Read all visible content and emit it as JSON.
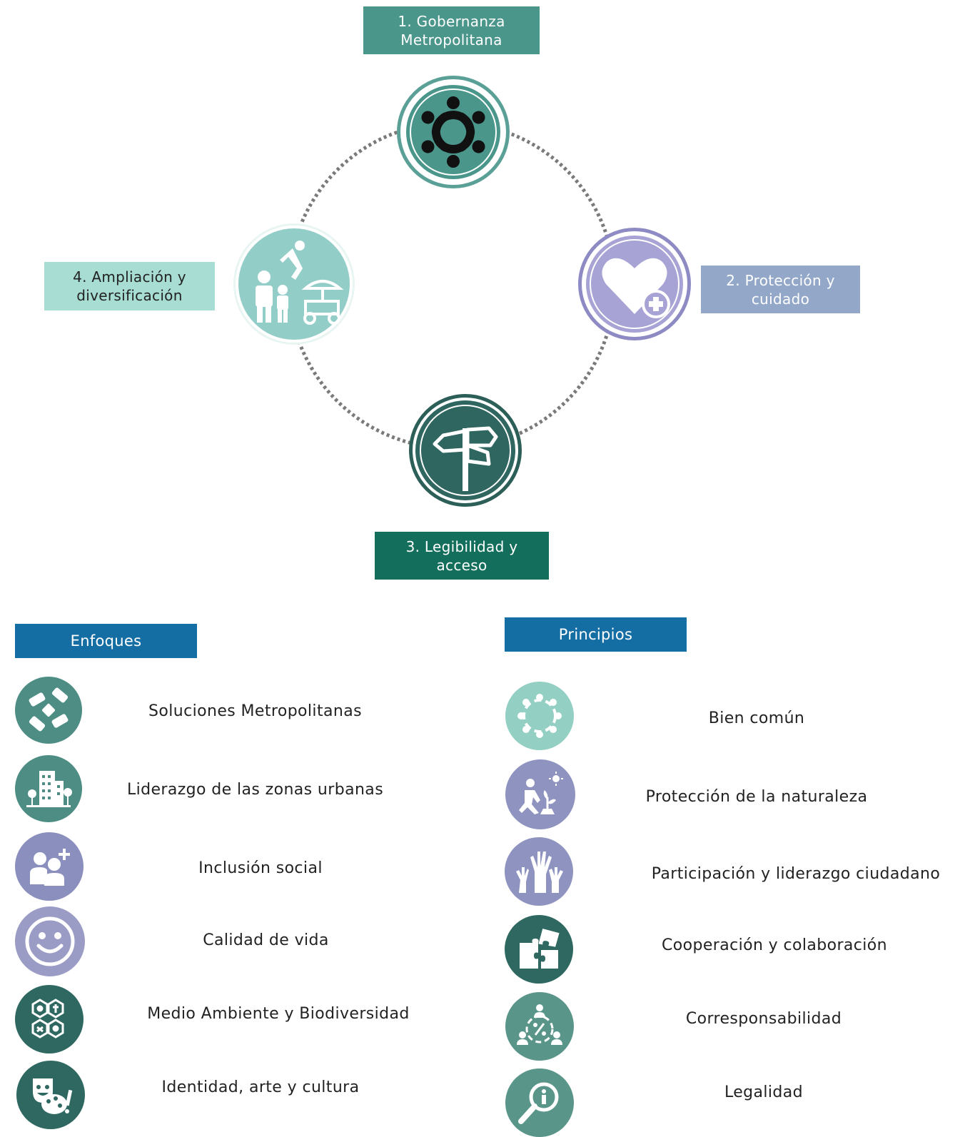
{
  "diagram": {
    "axes": [
      {
        "id": "gobernanza",
        "label": "1. Gobernanza\nMetropolitana",
        "color": "#4a968b",
        "icon": "people-circle-icon"
      },
      {
        "id": "proteccion",
        "label": "2. Protección y\ncuidado",
        "color": "#93a8c9",
        "icon": "heart-plus-icon"
      },
      {
        "id": "legibilidad",
        "label": "3. Legibilidad y\nacceso",
        "color": "#136f5c",
        "icon": "signpost-icon"
      },
      {
        "id": "ampliacion",
        "label": "4. Ampliación y\ndiversificación",
        "color": "#a7ddd3",
        "icon": "family-leisure-icon"
      }
    ]
  },
  "enfoques": {
    "header": "Enfoques",
    "items": [
      {
        "label": "Soluciones Metropolitanas",
        "icon": "hands-puzzle-icon",
        "color": "#4d8d83"
      },
      {
        "label": "Liderazgo de las zonas urbanas",
        "icon": "city-buildings-icon",
        "color": "#4d8d83"
      },
      {
        "label": "Inclusión social",
        "icon": "people-plus-icon",
        "color": "#8a8fbd"
      },
      {
        "label": "Calidad de vida",
        "icon": "smiley-icon",
        "color": "#9a9cc5"
      },
      {
        "label": "Medio Ambiente y Biodiversidad",
        "icon": "nature-hexagons-icon",
        "color": "#2e6860"
      },
      {
        "label": "Identidad, arte y cultura",
        "icon": "theater-palette-icon",
        "color": "#2e6860"
      }
    ]
  },
  "principios": {
    "header": "Principios",
    "items": [
      {
        "label": "Bien común",
        "icon": "circle-people-icon",
        "color": "#93cfc3"
      },
      {
        "label": "Protección de la naturaleza",
        "icon": "person-planting-icon",
        "color": "#8f93bf"
      },
      {
        "label": "Participación y liderazgo ciudadano",
        "icon": "raised-hands-icon",
        "color": "#8f93bf"
      },
      {
        "label": "Cooperación y colaboración",
        "icon": "puzzle-icon",
        "color": "#2e6860"
      },
      {
        "label": "Corresponsabilidad",
        "icon": "shared-responsibility-icon",
        "color": "#5a958a"
      },
      {
        "label": "Legalidad",
        "icon": "magnifier-info-icon",
        "color": "#5a958a"
      }
    ]
  }
}
